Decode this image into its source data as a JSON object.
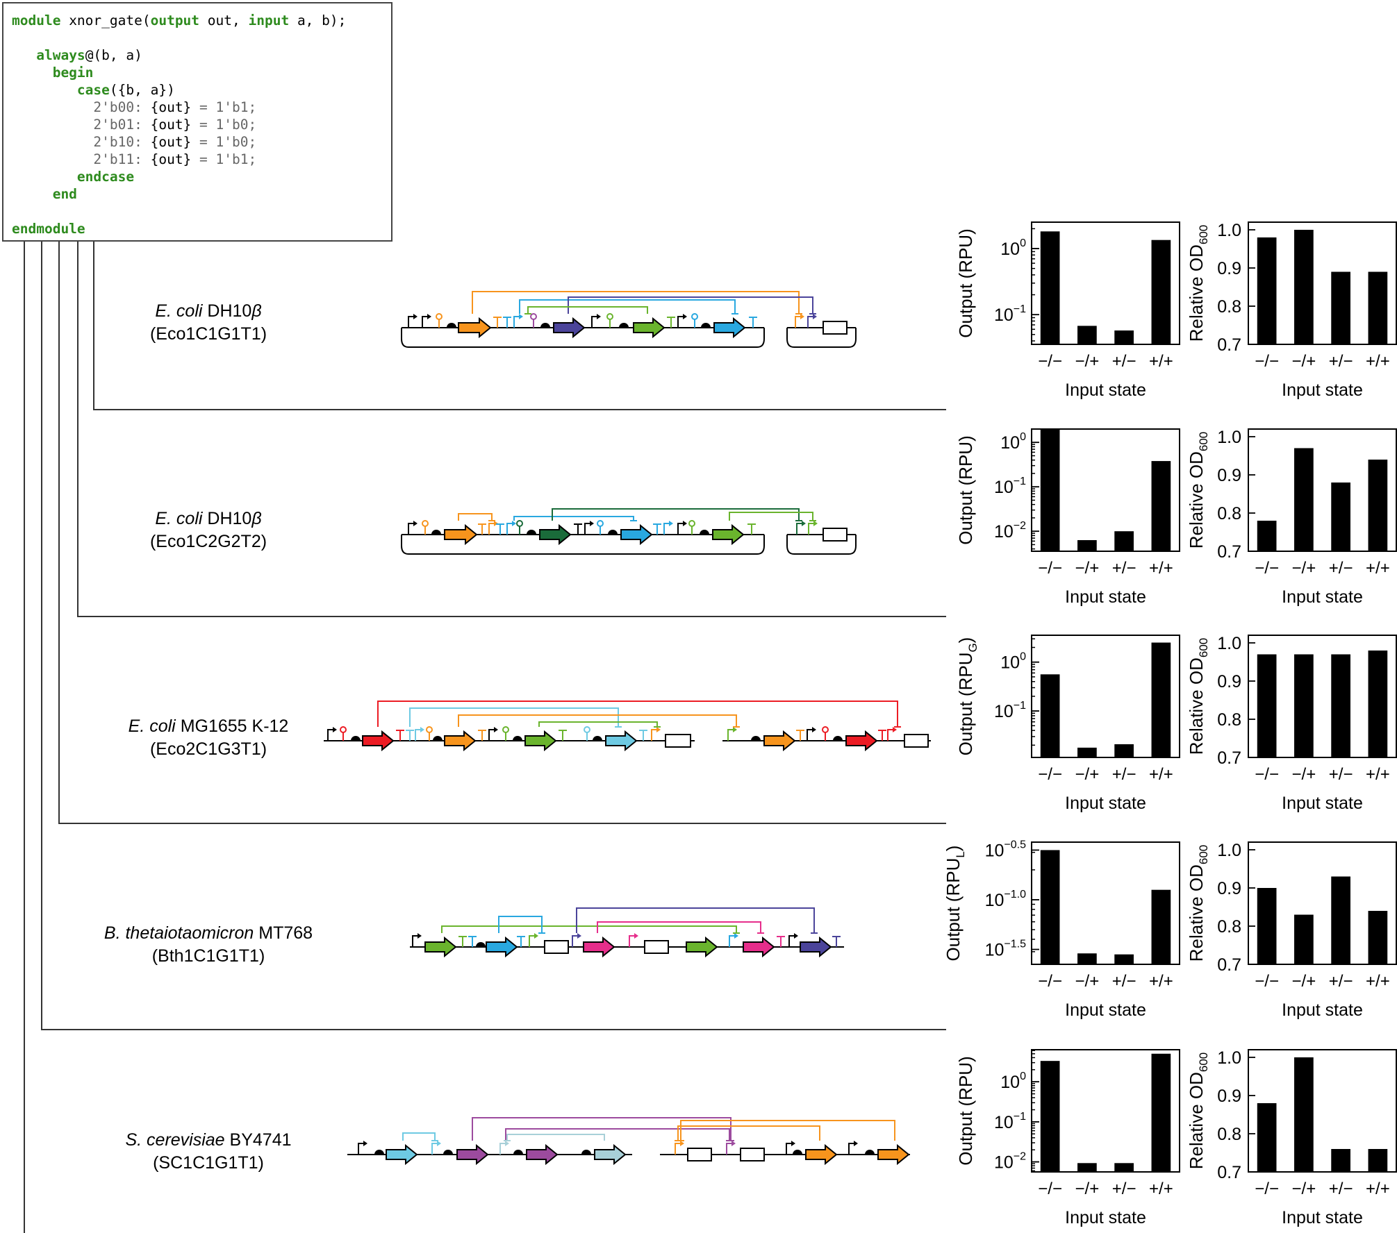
{
  "code": {
    "lines": [
      {
        "kw": "module",
        "rest": " xnor_gate(",
        "kw2": "output",
        "rest2": " out, ",
        "kw3": "input",
        "rest3": " a, b);"
      },
      {},
      {
        "indent": "   ",
        "kw": "always",
        "rest": "@(b, a)"
      },
      {
        "indent": "     ",
        "kw": "begin"
      },
      {
        "indent": "        ",
        "kw": "case",
        "rest": "({b, a})"
      },
      {
        "indent": "          ",
        "grey": "2'b00:",
        "rest": " {out}",
        "grey2": " = 1'b1;"
      },
      {
        "indent": "          ",
        "grey": "2'b01:",
        "rest": " {out}",
        "grey2": " = 1'b0;"
      },
      {
        "indent": "          ",
        "grey": "2'b10:",
        "rest": " {out}",
        "grey2": " = 1'b0;"
      },
      {
        "indent": "          ",
        "grey": "2'b11:",
        "rest": " {out}",
        "grey2": " = 1'b1;"
      },
      {
        "indent": "        ",
        "kw": "endcase"
      },
      {
        "indent": "     ",
        "kw": "end"
      },
      {},
      {
        "kw": "endmodule"
      }
    ]
  },
  "rows": [
    {
      "organism_italic": "E. coli",
      "organism_rest": " DH10",
      "organism_symbol": "β",
      "strain_code": "(Eco1C1G1T1)",
      "output_chart": {
        "ylabel_main": "Output (RPU)",
        "ylabel_sub": "",
        "scale": "log",
        "ticks": [
          {
            "base": "10",
            "exp": "0",
            "value": 0
          },
          {
            "base": "10",
            "exp": "−1",
            "value": -1
          }
        ],
        "ylim": [
          -1.45,
          0.4
        ],
        "values": [
          0.26,
          -1.17,
          -1.24,
          0.13
        ]
      },
      "od_chart": {
        "values": [
          0.98,
          1.0,
          0.89,
          0.89
        ]
      }
    },
    {
      "organism_italic": "E. coli",
      "organism_rest": " DH10",
      "organism_symbol": "β",
      "strain_code": "(Eco1C2G2T2)",
      "output_chart": {
        "ylabel_main": "Output (RPU)",
        "ylabel_sub": "",
        "scale": "log",
        "ticks": [
          {
            "base": "10",
            "exp": "0",
            "value": 0
          },
          {
            "base": "10",
            "exp": "−1",
            "value": -1
          },
          {
            "base": "10",
            "exp": "−2",
            "value": -2
          }
        ],
        "ylim": [
          -2.45,
          0.3
        ],
        "values": [
          0.3,
          -2.2,
          -2.0,
          -0.42
        ]
      },
      "od_chart": {
        "values": [
          0.78,
          0.97,
          0.88,
          0.94
        ]
      }
    },
    {
      "organism_italic": "E. coli",
      "organism_rest": " MG1655 K-12",
      "organism_symbol": "",
      "strain_code": "(Eco2C1G3T1)",
      "output_chart": {
        "ylabel_main": "Output (RPU",
        "ylabel_sub": "G",
        "scale": "log",
        "ticks": [
          {
            "base": "10",
            "exp": "0",
            "value": 0
          },
          {
            "base": "10",
            "exp": "−1",
            "value": -1
          }
        ],
        "ylim": [
          -1.95,
          0.55
        ],
        "values": [
          -0.25,
          -1.75,
          -1.68,
          0.4
        ]
      },
      "od_chart": {
        "values": [
          0.97,
          0.97,
          0.97,
          0.98
        ]
      }
    },
    {
      "organism_italic": "B. thetaiotaomicron",
      "organism_rest": " MT768",
      "organism_symbol": "",
      "strain_code": "(Bth1C1G1T1)",
      "output_chart": {
        "ylabel_main": "Output (RPU",
        "ylabel_sub": "L",
        "scale": "log",
        "ticks": [
          {
            "base": "10",
            "exp": "−0.5",
            "value": -0.5
          },
          {
            "base": "10",
            "exp": "−1.0",
            "value": -1.0
          },
          {
            "base": "10",
            "exp": "−1.5",
            "value": -1.5
          }
        ],
        "ylim": [
          -1.65,
          -0.42
        ],
        "values": [
          -0.5,
          -1.54,
          -1.55,
          -0.9
        ]
      },
      "od_chart": {
        "values": [
          0.9,
          0.83,
          0.93,
          0.84
        ]
      }
    },
    {
      "organism_italic": "S. cerevisiae",
      "organism_rest": " BY4741",
      "organism_symbol": "",
      "strain_code": "(SC1C1G1T1)",
      "output_chart": {
        "ylabel_main": "Output (RPU)",
        "ylabel_sub": "",
        "scale": "log",
        "ticks": [
          {
            "base": "10",
            "exp": "0",
            "value": 0
          },
          {
            "base": "10",
            "exp": "−1",
            "value": -1
          },
          {
            "base": "10",
            "exp": "−2",
            "value": -2
          }
        ],
        "ylim": [
          -2.25,
          0.8
        ],
        "values": [
          0.52,
          -2.03,
          -2.03,
          0.7
        ]
      },
      "od_chart": {
        "values": [
          0.88,
          1.0,
          0.76,
          0.76
        ]
      }
    }
  ],
  "shared": {
    "categories": [
      "−/−",
      "−/+",
      "+/−",
      "+/+"
    ],
    "xlabel": "Input state",
    "od_ylabel_main": "Relative OD",
    "od_ylabel_sub": "600",
    "od_ticks": [
      "1.0",
      "0.9",
      "0.8",
      "0.7"
    ],
    "od_ylim": [
      0.7,
      1.02
    ]
  },
  "colors": {
    "orange": "#f7941d",
    "blue": "#29a8e0",
    "purple": "#4b449a",
    "green": "#6ab42d",
    "darkgreen": "#1a6b3a",
    "red": "#ec1c24",
    "lightblue": "#6ecae3",
    "magenta": "#e62e8b",
    "violet": "#9c4b9e",
    "pale": "#a8d0d8",
    "code_keyword": "#2e8b1e"
  }
}
